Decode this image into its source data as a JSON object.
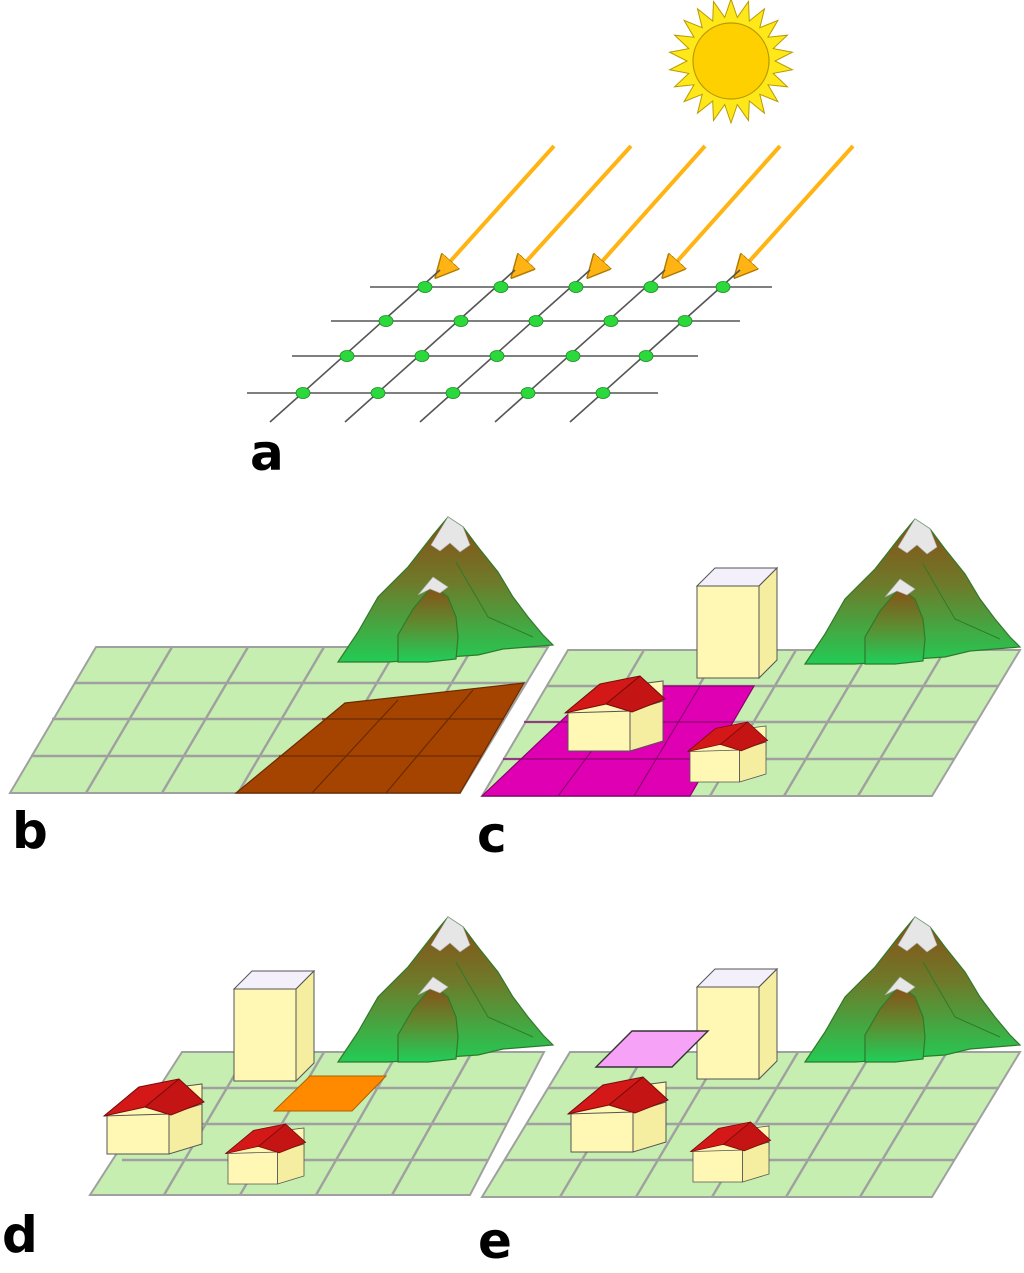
{
  "panels": [
    {
      "label": "a",
      "content": "sun-rays-grid"
    },
    {
      "label": "b",
      "content": "terrain-mountain-highlighted-cells"
    },
    {
      "label": "c",
      "content": "buildings-highlighted-cells"
    },
    {
      "label": "d",
      "content": "buildings-highlighted-cell"
    },
    {
      "label": "e",
      "content": "buildings-elevated-panel"
    }
  ],
  "colors": {
    "ground": "#c6eeb0",
    "ground_line": "#a0a0a0",
    "sun_fill": "#ffd000",
    "sun_ray": "#ffe81a",
    "sun_outline": "#b89a00",
    "light_arrow": "#ffb414",
    "grid_line": "#555555",
    "grid_node": "#2cd93c",
    "soil_cells": "#a44400",
    "magenta_cells": "#e000b4",
    "orange_cell": "#ff8a00",
    "pink_panel": "#f6a2f6",
    "house_wall": "#fff7b4",
    "house_roof": "#d41818",
    "tower_wall": "#fff7b4",
    "tower_top": "#f3f0fb",
    "mountain_top": "#7c4a12",
    "mountain_bottom": "#22c55e",
    "snow": "#e6e6e6"
  }
}
